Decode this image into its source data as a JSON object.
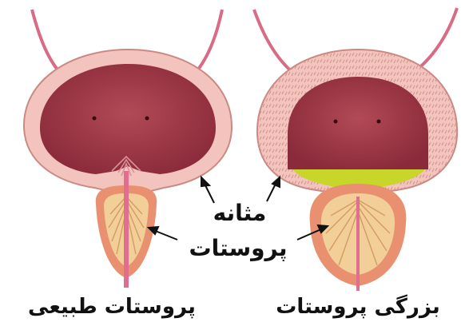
{
  "labels": {
    "bladder": "مثانه",
    "prostate": "پروستات",
    "normal_caption": "پروستات طبیعی",
    "enlarged_caption": "بزرگی پروستات"
  },
  "colors": {
    "bladder_wall": "#f3c4bd",
    "bladder_wall_outline": "#c98a84",
    "bladder_interior": "#8a2a3a",
    "bladder_interior_light": "#b24a56",
    "prostate_outer": "#e8906f",
    "prostate_inner": "#f2cf98",
    "prostate_fibers": "#d49b62",
    "urethra": "#e06f8f",
    "ureter": "#d86c86",
    "urine": "#c8d62a",
    "leader_line": "#111111"
  }
}
